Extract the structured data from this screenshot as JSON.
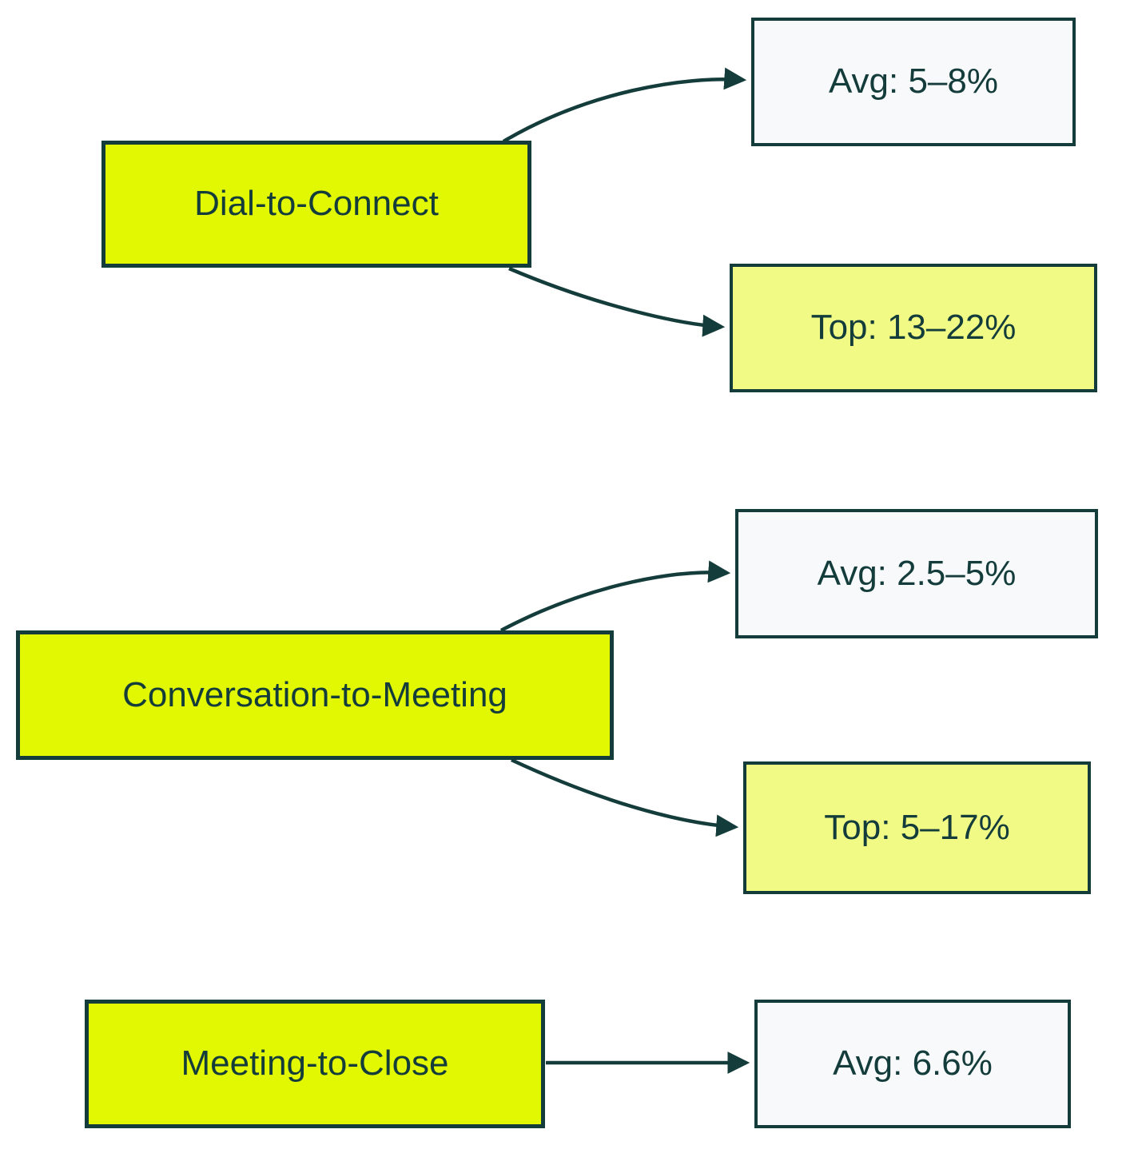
{
  "colors": {
    "node_fill": "#e2f702",
    "highlight_fill": "#f2fa86",
    "neutral_fill": "#f7f9fa",
    "stroke": "#133c3b",
    "text": "#133c3b",
    "background": "#ffffff"
  },
  "groups": [
    {
      "source": {
        "label": "Dial-to-Connect"
      },
      "targets": [
        {
          "label": "Avg: 5–8%",
          "variant": "neutral"
        },
        {
          "label": "Top: 13–22%",
          "variant": "highlight"
        }
      ]
    },
    {
      "source": {
        "label": "Conversation-to-Meeting"
      },
      "targets": [
        {
          "label": "Avg: 2.5–5%",
          "variant": "neutral"
        },
        {
          "label": "Top: 5–17%",
          "variant": "highlight"
        }
      ]
    },
    {
      "source": {
        "label": "Meeting-to-Close"
      },
      "targets": [
        {
          "label": "Avg: 6.6%",
          "variant": "neutral"
        }
      ]
    }
  ],
  "edges": [
    {
      "from": "Dial-to-Connect",
      "to": "Avg: 5–8%"
    },
    {
      "from": "Dial-to-Connect",
      "to": "Top: 13–22%"
    },
    {
      "from": "Conversation-to-Meeting",
      "to": "Avg: 2.5–5%"
    },
    {
      "from": "Conversation-to-Meeting",
      "to": "Top: 5–17%"
    },
    {
      "from": "Meeting-to-Close",
      "to": "Avg: 6.6%"
    }
  ]
}
